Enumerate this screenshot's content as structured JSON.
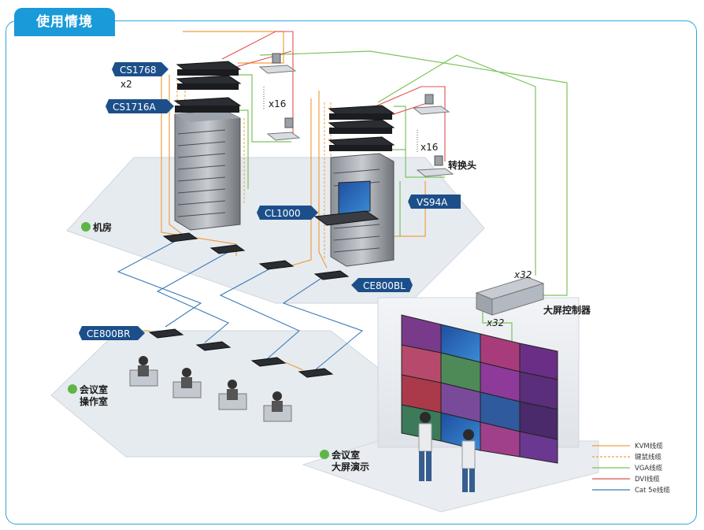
{
  "title": "使用情境",
  "devices": {
    "cs1768": "CS1768",
    "cs1768_count": "x2",
    "cs1716a": "CS1716A",
    "cl1000": "CL1000",
    "ce800bl": "CE800BL",
    "ce800br": "CE800BR",
    "vs94a": "VS94A",
    "converter": "转换头",
    "video_wall_controller": "大屏控制器",
    "x16_left": "x16",
    "x16_right": "x16",
    "x32_top": "x32",
    "x32_bottom": "x32"
  },
  "zones": {
    "server_room": "机房",
    "operation_room_line1": "会议室",
    "operation_room_line2": "操作室",
    "presentation_line1": "会议室",
    "presentation_line2": "大屏演示"
  },
  "legend": [
    {
      "label": "KVM线缆",
      "color": "#f0a040",
      "style": "solid"
    },
    {
      "label": "键鼠线缆",
      "color": "#f0a040",
      "style": "dashed"
    },
    {
      "label": "VGA线缆",
      "color": "#7cc35a",
      "style": "solid"
    },
    {
      "label": "DVI线缆",
      "color": "#e05050",
      "style": "solid"
    },
    {
      "label": "Cat 5e线缆",
      "color": "#3a7ab8",
      "style": "solid"
    }
  ],
  "colors": {
    "accent": "#1a9ad8",
    "callout": "#1c4f8a",
    "kvm": "#f0a040",
    "vga": "#7cc35a",
    "dvi": "#e05050",
    "cat5e": "#3a7ab8",
    "zone_icon": "#5fb548"
  }
}
